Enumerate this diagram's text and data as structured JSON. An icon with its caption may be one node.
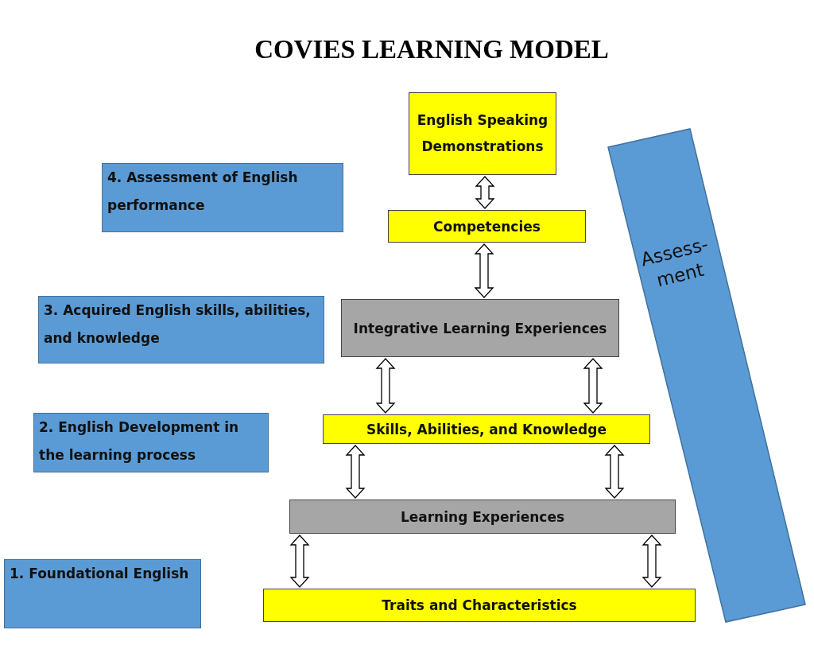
{
  "diagram": {
    "title": "COVIES LEARNING MODEL",
    "nodes": [
      {
        "text": [
          "English Speaking Demonstrations"
        ]
      },
      {
        "text": [
          "Competencies"
        ]
      },
      {
        "text": [
          "Integrative Learning Experiences"
        ]
      },
      {
        "text": [
          "Skills, Abilities, and Knowledge"
        ]
      },
      {
        "text": [
          "Learning Experiences"
        ]
      },
      {
        "text": [
          "Traits and Characteristics"
        ]
      },
      {
        "text": [
          "4. Assessment of English performance"
        ]
      },
      {
        "text": [
          "3. Acquired English skills, abilities, and knowledge"
        ]
      },
      {
        "text": [
          "2. English Development in the learning process"
        ]
      },
      {
        "text": [
          "1. Foundational English"
        ]
      },
      {
        "text": [
          "Assess- ment"
        ]
      }
    ],
    "edges": [
      {
        "from": 0,
        "to": 1,
        "arrow": "both"
      },
      {
        "from": 1,
        "to": 2,
        "arrow": "both"
      },
      {
        "from": 2,
        "to": 3,
        "arrow": "both"
      },
      {
        "from": 2,
        "to": 3,
        "arrow": "both"
      },
      {
        "from": 3,
        "to": 4,
        "arrow": "both"
      },
      {
        "from": 3,
        "to": 4,
        "arrow": "both"
      },
      {
        "from": 4,
        "to": 5,
        "arrow": "both"
      },
      {
        "from": 4,
        "to": 5,
        "arrow": "both"
      }
    ]
  }
}
